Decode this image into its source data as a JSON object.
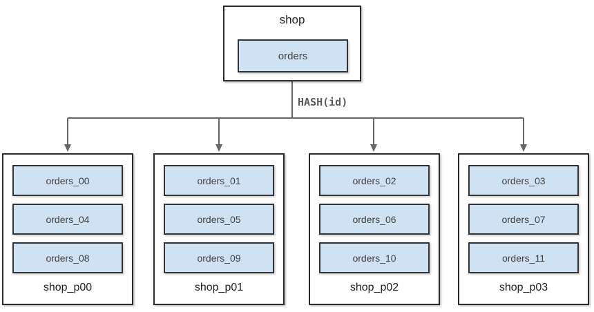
{
  "colors": {
    "background": "#ffffff",
    "box_border": "#2b2b2b",
    "table_fill": "#cfe2f3",
    "table_border": "#333333",
    "connector": "#666666",
    "text": "#222222",
    "table_text": "#3f3f3f",
    "edge_label_color": "#595959"
  },
  "diagram": {
    "type": "database-sharding-diagram",
    "root": {
      "title": "shop",
      "table": "orders"
    },
    "edge_label": "HASH(id)",
    "shards": [
      {
        "label": "shop_p00",
        "tables": [
          "orders_00",
          "orders_04",
          "orders_08"
        ]
      },
      {
        "label": "shop_p01",
        "tables": [
          "orders_01",
          "orders_05",
          "orders_09"
        ]
      },
      {
        "label": "shop_p02",
        "tables": [
          "orders_02",
          "orders_06",
          "orders_10"
        ]
      },
      {
        "label": "shop_p03",
        "tables": [
          "orders_03",
          "orders_07",
          "orders_11"
        ]
      }
    ]
  }
}
